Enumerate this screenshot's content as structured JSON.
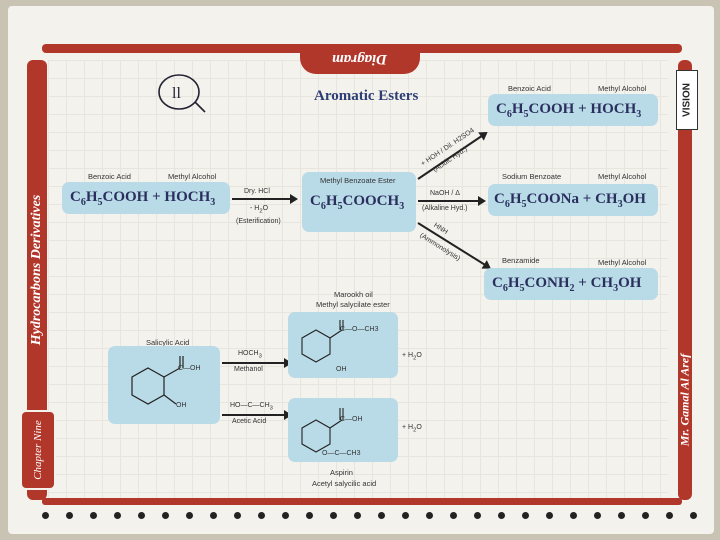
{
  "header": {
    "badge_text": "Diagram",
    "title": "Aromatic Esters"
  },
  "side": {
    "left_spine": "Hydrocarbons Derivatives",
    "right_spine": "Mr. Gamal Al Aref",
    "chapter": "Chapter Nine",
    "logo": "VISION"
  },
  "handwritten_mark": "ll",
  "reaction1": {
    "reactant_labels": [
      "Benzoic Acid",
      "Methyl Alcohol"
    ],
    "reactants": "C6H5COOH + HOCH3",
    "conditions": [
      "Dry. HCl",
      "- H2O",
      "(Esterification)"
    ],
    "product_label": "Methyl Benzoate Ester",
    "product": "C6H5COOCH3"
  },
  "branch_acid": {
    "conditions": [
      "+ HOH / Dil. H2SO4",
      "(Acidic Hyd.)"
    ],
    "labels": [
      "Benzoic Acid",
      "Methyl Alcohol"
    ],
    "formula": "C6H5COOH + HOCH3"
  },
  "branch_alkaline": {
    "conditions": [
      "NaOH / Δ",
      "(Alkaline Hyd.)"
    ],
    "labels": [
      "Sodium Benzoate",
      "Methyl Alcohol"
    ],
    "formula": "C6H5COONa + CH3OH"
  },
  "branch_ammonolysis": {
    "conditions": [
      "HNH",
      "(Ammonolysis)"
    ],
    "labels": [
      "Benzamide",
      "Methyl Alcohol"
    ],
    "formula": "C6H5CONH2 + CH3OH"
  },
  "salicylic": {
    "label": "Salicylic Acid",
    "groups": [
      "C—OH",
      "OH"
    ],
    "upper_reagent": [
      "HOCH3",
      "Methanol"
    ],
    "lower_reagent": [
      "HO—C—CH3",
      "Acetic Acid"
    ],
    "upper_product_label": [
      "Marookh oil",
      "Methyl salycilate ester"
    ],
    "upper_product_groups": [
      "C—O—CH3",
      "OH"
    ],
    "lower_product_label": [
      "Aspirin",
      "Acetyl salycilic acid"
    ],
    "lower_product_groups": [
      "C—OH",
      "O—C—CH3"
    ],
    "byproduct": "+ H2O"
  },
  "colors": {
    "frame": "#b2372b",
    "box": "#b9dbe7",
    "text": "#2a2f5e",
    "title": "#2c3e74"
  }
}
